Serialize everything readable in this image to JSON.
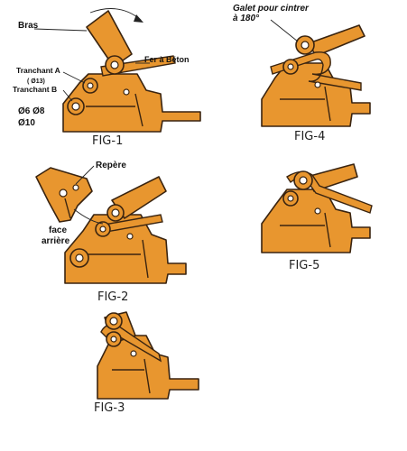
{
  "labels": {
    "bras": "Bras",
    "fer_beton": "Fer à Béton",
    "tranchant_a": "Tranchant A",
    "d13": "( Ø13)",
    "tranchant_b": "Tranchant B",
    "d6_d8": "Ø6 Ø8",
    "d10": "Ø10",
    "galet_line1": "Galet pour cintrer",
    "galet_line2": "à 180°",
    "repere": "Repère",
    "face": "face",
    "arriere": "arrière"
  },
  "figures": {
    "fig1": "FIG-1",
    "fig2": "FIG-2",
    "fig3": "FIG-3",
    "fig4": "FIG-4",
    "fig5": "FIG-5"
  },
  "colors": {
    "body": "#e8962f",
    "outline": "#3a2410"
  }
}
